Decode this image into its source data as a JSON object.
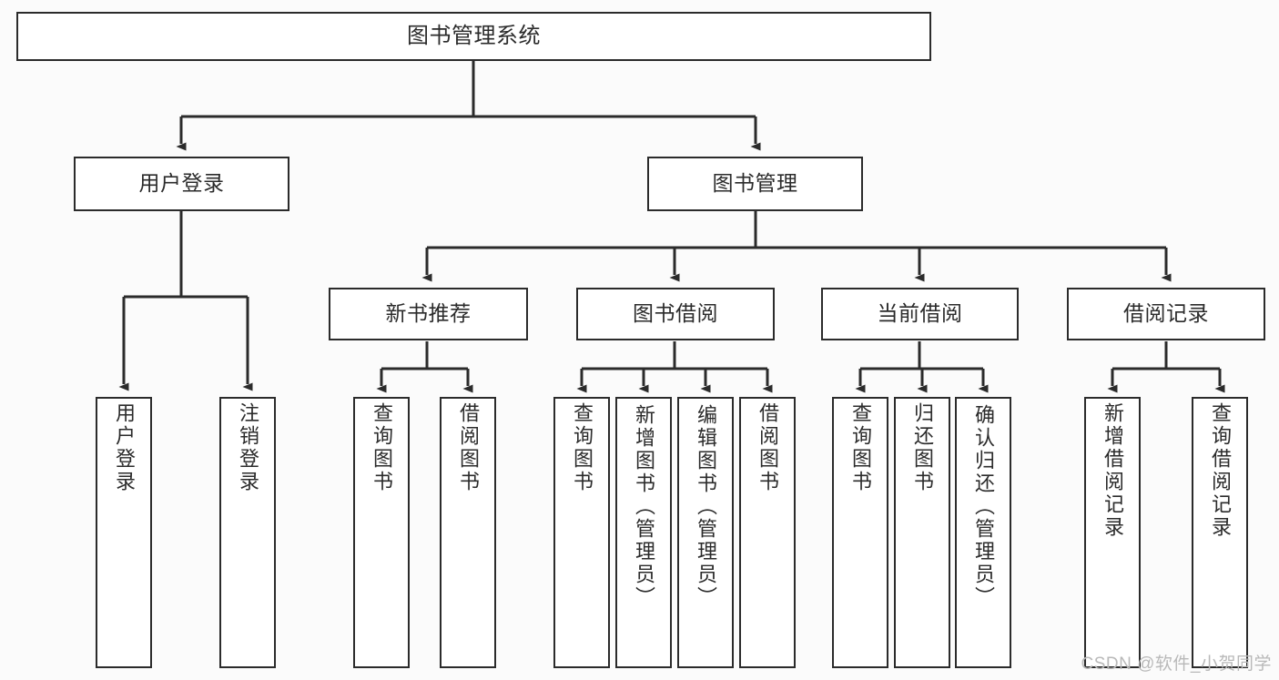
{
  "diagram": {
    "title": "图书管理系统",
    "type": "tree-hierarchy-chart",
    "colors": {
      "background": "#fbfbfb",
      "node_fill": "#ffffff",
      "stroke": "#2b2b2b",
      "text": "#2b2b2b",
      "watermark": "#b9b9b9"
    },
    "levels": {
      "root": {
        "label": "图书管理系统"
      },
      "level2": [
        {
          "id": "user-login",
          "label": "用户登录"
        },
        {
          "id": "book-management",
          "label": "图书管理"
        }
      ],
      "level3": [
        {
          "id": "new-book-recommend",
          "label": "新书推荐"
        },
        {
          "id": "book-borrow",
          "label": "图书借阅"
        },
        {
          "id": "current-borrow",
          "label": "当前借阅"
        },
        {
          "id": "borrow-record",
          "label": "借阅记录"
        }
      ],
      "leaves": {
        "user_login": [
          {
            "id": "leaf-user-login",
            "label": "用户登录"
          },
          {
            "id": "leaf-logout-login",
            "label": "注销登录"
          }
        ],
        "new_book_recommend": [
          {
            "id": "leaf-query-book-1",
            "label": "查询图书"
          },
          {
            "id": "leaf-borrow-book-1",
            "label": "借阅图书"
          }
        ],
        "book_borrow": [
          {
            "id": "leaf-query-book-2",
            "label": "查询图书"
          },
          {
            "id": "leaf-add-book",
            "label": "新增图书（管理员）"
          },
          {
            "id": "leaf-edit-book",
            "label": "编辑图书（管理员）"
          },
          {
            "id": "leaf-borrow-book-2",
            "label": "借阅图书"
          }
        ],
        "current_borrow": [
          {
            "id": "leaf-query-book-3",
            "label": "查询图书"
          },
          {
            "id": "leaf-return-book",
            "label": "归还图书"
          },
          {
            "id": "leaf-confirm-return",
            "label": "确认归还（管理员）"
          }
        ],
        "borrow_record": [
          {
            "id": "leaf-add-record",
            "label": "新增借阅记录"
          },
          {
            "id": "leaf-query-record",
            "label": "查询借阅记录"
          }
        ]
      }
    },
    "watermark": "CSDN @软件_小贺同学"
  }
}
